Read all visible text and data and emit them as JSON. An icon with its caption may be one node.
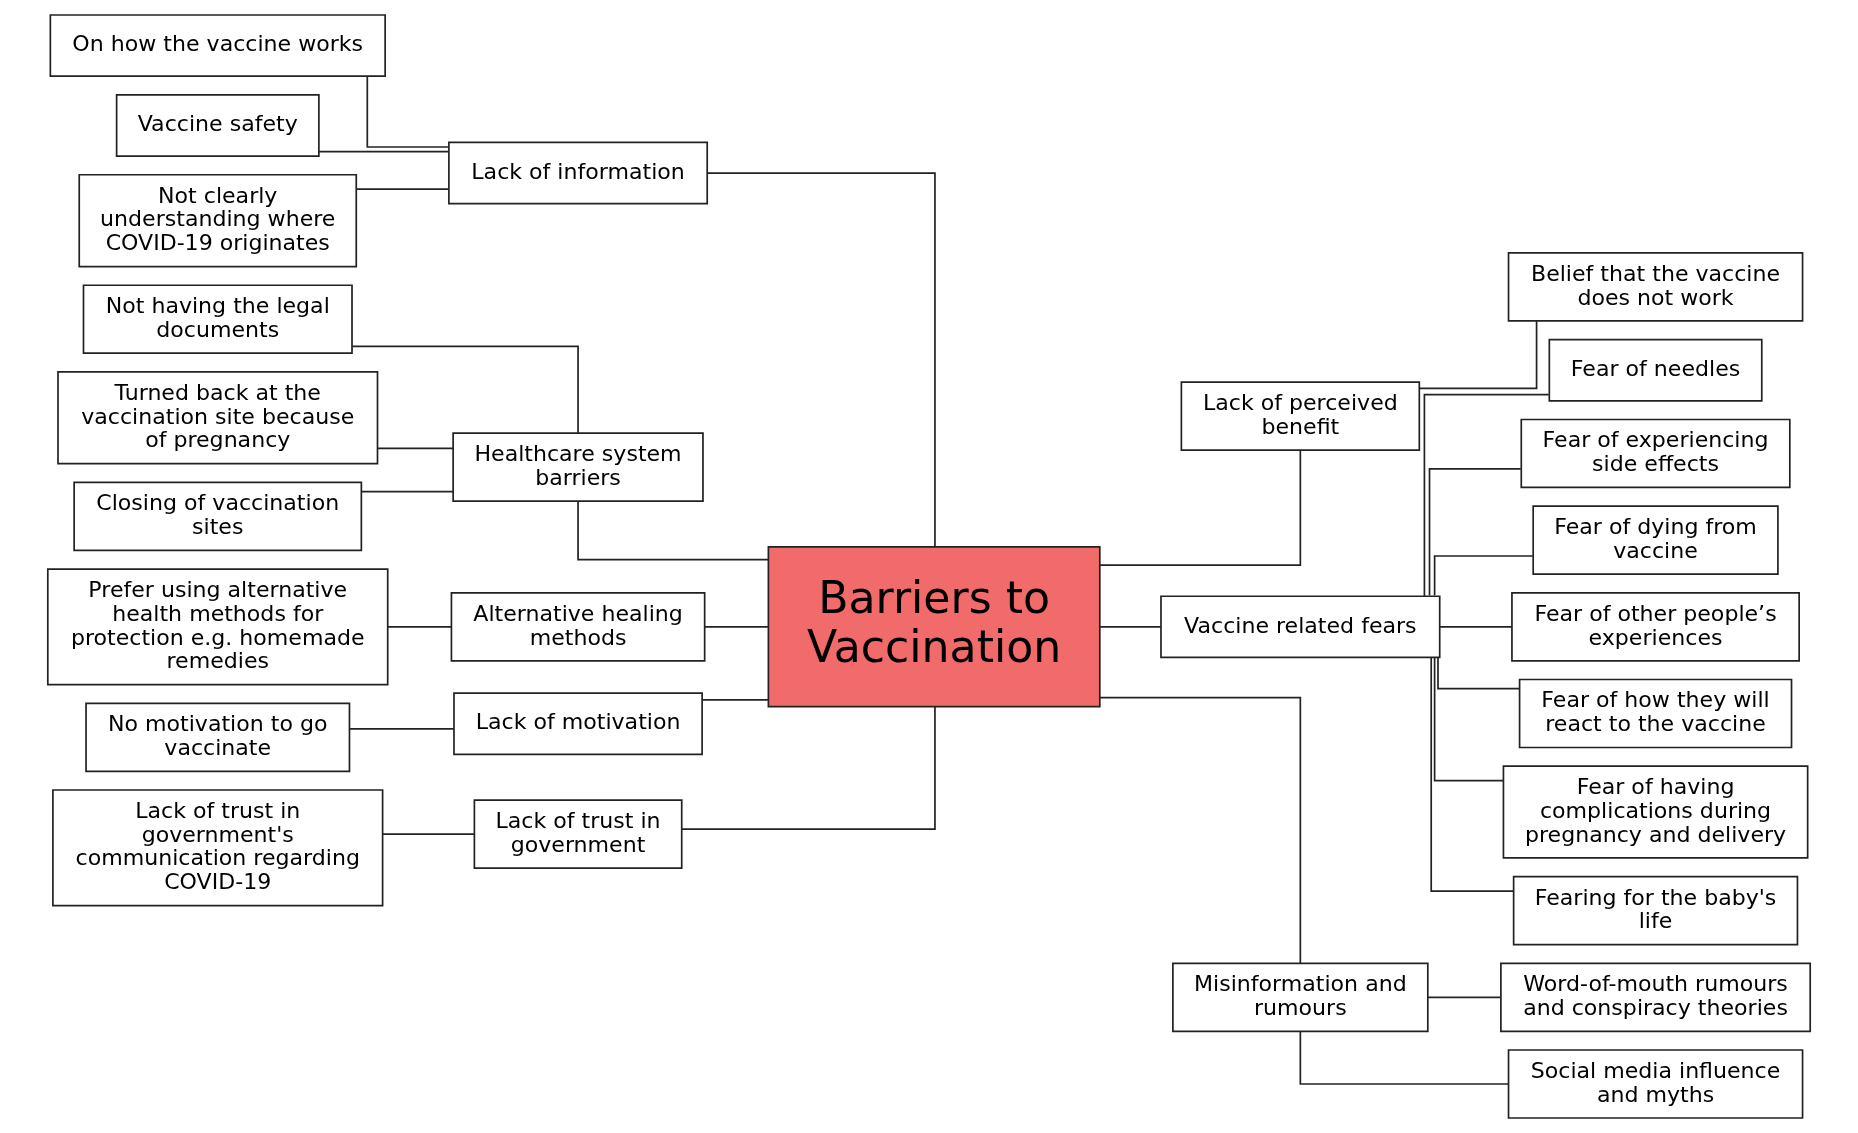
{
  "diagram": {
    "nodes": [
      {
        "text": [
          "Barriers to Vaccination"
        ]
      },
      {
        "text": [
          "Lack of information"
        ]
      },
      {
        "text": [
          "On how the vaccine works"
        ]
      },
      {
        "text": [
          "Vaccine safety"
        ]
      },
      {
        "text": [
          "Not clearly understanding where COVID-19 originates"
        ]
      },
      {
        "text": [
          "Healthcare system barriers"
        ]
      },
      {
        "text": [
          "Not having the legal documents"
        ]
      },
      {
        "text": [
          "Turned back at the vaccination site because of pregnancy"
        ]
      },
      {
        "text": [
          "Closing of vaccination sites"
        ]
      },
      {
        "text": [
          "Alternative healing methods"
        ]
      },
      {
        "text": [
          "Prefer using alternative health methods for protection e.g. homemade remedies"
        ]
      },
      {
        "text": [
          "Lack of motivation"
        ]
      },
      {
        "text": [
          "No motivation to go vaccinate"
        ]
      },
      {
        "text": [
          "Lack of trust in government"
        ]
      },
      {
        "text": [
          "Lack of trust in government's communication regarding COVID-19"
        ]
      },
      {
        "text": [
          "Lack of perceived benefit"
        ]
      },
      {
        "text": [
          "Belief that the vaccine does not work"
        ]
      },
      {
        "text": [
          "Vaccine related fears"
        ]
      },
      {
        "text": [
          "Fear of needles"
        ]
      },
      {
        "text": [
          "Fear of experiencing side effects"
        ]
      },
      {
        "text": [
          "Fear of dying from vaccine"
        ]
      },
      {
        "text": [
          "Fear of other people’s experiences"
        ]
      },
      {
        "text": [
          "Fear of how they will react to the vaccine"
        ]
      },
      {
        "text": [
          "Fear of having complications during pregnancy and delivery"
        ]
      },
      {
        "text": [
          "Fearing for the baby's life"
        ]
      },
      {
        "text": [
          "Misinformation and rumours"
        ]
      },
      {
        "text": [
          "Word-of-mouth rumours and conspiracy theories"
        ]
      },
      {
        "text": [
          "Social media influence and myths"
        ]
      }
    ],
    "edges": [
      {
        "from": 0,
        "to": 1,
        "arrow": "none"
      },
      {
        "from": 1,
        "to": 2,
        "arrow": "none"
      },
      {
        "from": 1,
        "to": 3,
        "arrow": "none"
      },
      {
        "from": 1,
        "to": 4,
        "arrow": "none"
      },
      {
        "from": 0,
        "to": 5,
        "arrow": "none"
      },
      {
        "from": 5,
        "to": 6,
        "arrow": "none"
      },
      {
        "from": 5,
        "to": 7,
        "arrow": "none"
      },
      {
        "from": 5,
        "to": 8,
        "arrow": "none"
      },
      {
        "from": 0,
        "to": 9,
        "arrow": "none"
      },
      {
        "from": 9,
        "to": 10,
        "arrow": "none"
      },
      {
        "from": 0,
        "to": 11,
        "arrow": "none"
      },
      {
        "from": 11,
        "to": 12,
        "arrow": "none"
      },
      {
        "from": 0,
        "to": 13,
        "arrow": "none"
      },
      {
        "from": 13,
        "to": 14,
        "arrow": "none"
      },
      {
        "from": 0,
        "to": 15,
        "arrow": "none"
      },
      {
        "from": 15,
        "to": 16,
        "arrow": "none"
      },
      {
        "from": 0,
        "to": 17,
        "arrow": "none"
      },
      {
        "from": 17,
        "to": 18,
        "arrow": "none"
      },
      {
        "from": 17,
        "to": 19,
        "arrow": "none"
      },
      {
        "from": 17,
        "to": 20,
        "arrow": "none"
      },
      {
        "from": 17,
        "to": 21,
        "arrow": "none"
      },
      {
        "from": 17,
        "to": 22,
        "arrow": "none"
      },
      {
        "from": 17,
        "to": 23,
        "arrow": "none"
      },
      {
        "from": 17,
        "to": 24,
        "arrow": "none"
      },
      {
        "from": 0,
        "to": 25,
        "arrow": "none"
      },
      {
        "from": 25,
        "to": 26,
        "arrow": "none"
      },
      {
        "from": 25,
        "to": 27,
        "arrow": "none"
      }
    ]
  }
}
